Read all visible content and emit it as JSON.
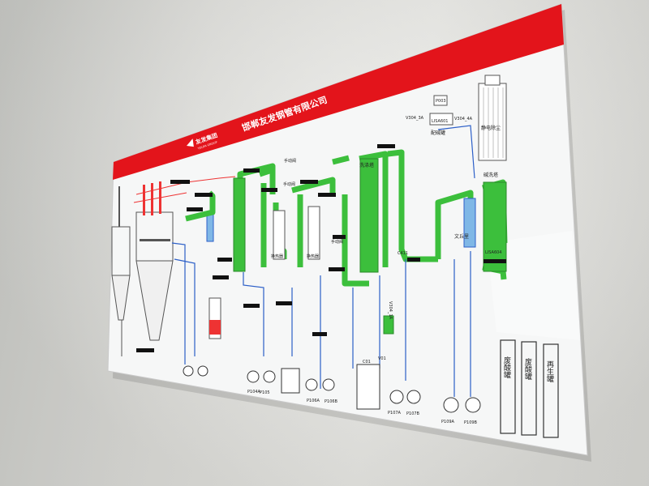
{
  "board": {
    "company_name": "邯郸友发钢管有限公司",
    "logo_text": "友发集团",
    "logo_sub": "YOUFA GROUP",
    "header_color": "#e3141b"
  },
  "labels": {
    "esp": "静电除尘",
    "alkali_tower": "碱洗塔",
    "wash_tower": "洗涤塔",
    "venturi": "文丘里",
    "dilute_alkali": "配碱罐",
    "hand_valve_1": "手动阀",
    "hand_valve_2": "手动阀",
    "hand_valve_3": "手动阀",
    "exchanger_1": "换热器",
    "exchanger_2": "换热器",
    "waste_tank_1": "废酸罐",
    "waste_tank_2": "废酸罐",
    "regen_tank": "再生罐",
    "lisa601": "LISA601",
    "lisa604": "LISA604",
    "p003": "P003",
    "v304_3a": "V304_3A",
    "v304_4a": "V304_4A",
    "c411": "C411",
    "v304_1a": "V304_1A",
    "p104a": "P104A",
    "p105": "P105",
    "p106a": "P106A",
    "p106b": "P106B",
    "p107a": "P107A",
    "p107b": "P107B",
    "p109a": "P109A",
    "p109b": "P109B",
    "c01": "C01",
    "v01": "V01"
  },
  "colors": {
    "green_pipe": "#3cbf3c",
    "blue_line": "#2c5fc8",
    "red_line": "#e33",
    "board_white": "#f7f8f8"
  }
}
